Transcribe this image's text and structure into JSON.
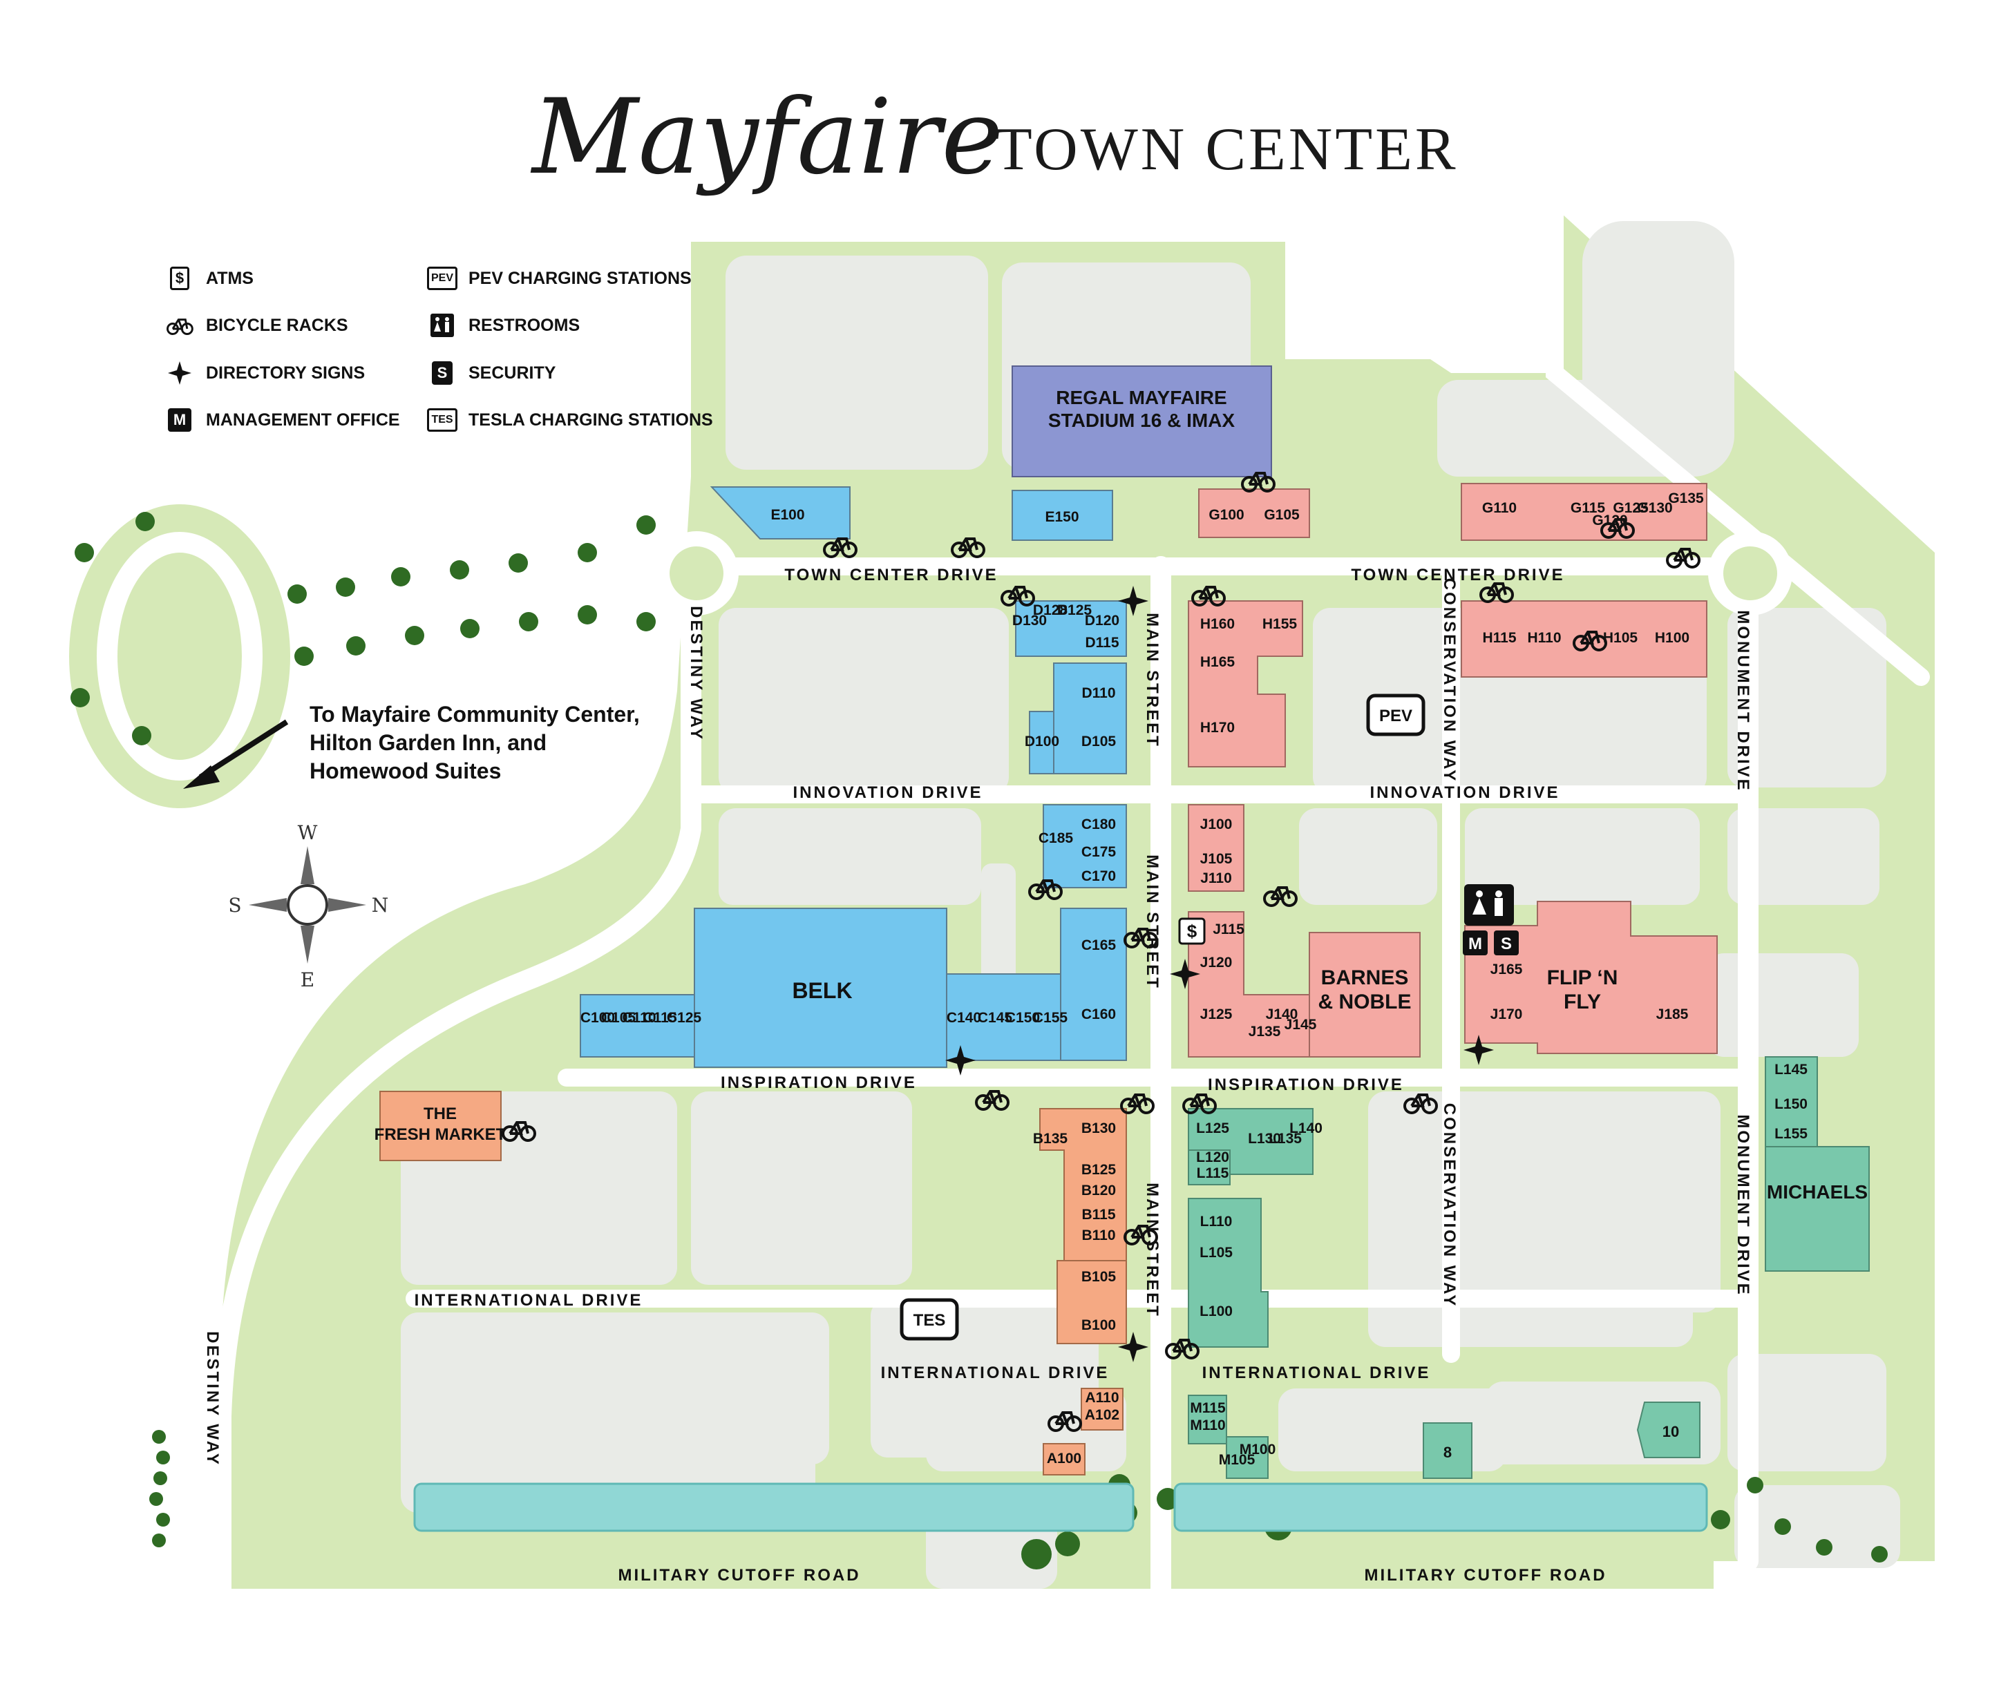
{
  "title": {
    "script": "Mayfaire",
    "caps": "TOWN CENTER"
  },
  "legend": [
    {
      "icon": "atm-icon",
      "label": "ATMS"
    },
    {
      "icon": "bicycle-icon",
      "label": "BICYCLE RACKS"
    },
    {
      "icon": "directory-sign-icon",
      "label": "DIRECTORY SIGNS"
    },
    {
      "icon": "management-office-icon",
      "label": "MANAGEMENT OFFICE"
    },
    {
      "icon": "pev-charging-icon",
      "label": "PEV CHARGING STATIONS"
    },
    {
      "icon": "restroom-icon",
      "label": "RESTROOMS"
    },
    {
      "icon": "security-icon",
      "label": "SECURITY"
    },
    {
      "icon": "tesla-charging-icon",
      "label": "TESLA CHARGING STATIONS"
    }
  ],
  "badges": {
    "atm": "$",
    "management": "M",
    "security": "S",
    "pev": "PEV",
    "tesla": "TES"
  },
  "compass": {
    "w": "W",
    "s": "S",
    "n": "N",
    "e": "E"
  },
  "directions_note": [
    "To Mayfaire Community Center,",
    "Hilton Garden Inn, and",
    "Homewood Suites"
  ],
  "roads": {
    "town_center_drive": "TOWN CENTER DRIVE",
    "innovation_drive": "INNOVATION DRIVE",
    "inspiration_drive": "INSPIRATION DRIVE",
    "international_drive": "INTERNATIONAL DRIVE",
    "main_street": "MAIN STREET",
    "conservation_way": "CONSERVATION WAY",
    "monument_drive": "MONUMENT DRIVE",
    "destiny_way": "DESTINY WAY",
    "military_cutoff_road": "MILITARY CUTOFF ROAD"
  },
  "colors": {
    "blue": "#73c6ee",
    "pink": "#f4a9a3",
    "orange": "#f5a983",
    "teal": "#79c8ab",
    "purple": "#8c96d2",
    "lot": "#e9ebe7",
    "green": "#d6e9b7",
    "water": "#90d7d5"
  },
  "stores": {
    "regal": [
      "REGAL MAYFAIRE",
      "STADIUM 16 & IMAX"
    ],
    "belk": "BELK",
    "barnes": [
      "BARNES",
      "& NOBLE"
    ],
    "flip": [
      "FLIP ‘N",
      "FLY"
    ],
    "michaels": "MICHAELS",
    "fresh_market": [
      "THE",
      "FRESH MARKET"
    ],
    "outparcels": [
      "8",
      "10"
    ]
  },
  "units": {
    "e": [
      "E100",
      "E150"
    ],
    "g": [
      "G100",
      "G105",
      "G110",
      "G115",
      "G120",
      "G125",
      "G130",
      "G135"
    ],
    "d": [
      "D130",
      "D128",
      "D125",
      "D120",
      "D115",
      "D110",
      "D100",
      "D105"
    ],
    "h": [
      "H160",
      "H155",
      "H165",
      "H170",
      "H115",
      "H110",
      "H105",
      "H100"
    ],
    "c": [
      "C185",
      "C180",
      "C175",
      "C170",
      "C165",
      "C160",
      "C100",
      "C105",
      "C110",
      "C115",
      "C125",
      "C140",
      "C145",
      "C150",
      "C155"
    ],
    "j": [
      "J100",
      "J105",
      "J110",
      "J115",
      "J120",
      "J125",
      "J135",
      "J140",
      "J145",
      "J165",
      "J170",
      "J185"
    ],
    "b": [
      "B135",
      "B130",
      "B125",
      "B120",
      "B115",
      "B110",
      "B105",
      "B100"
    ],
    "l": [
      "L125",
      "L120",
      "L115",
      "L130",
      "L135",
      "L140",
      "L110",
      "L105",
      "L100",
      "L145",
      "L150",
      "L155"
    ],
    "a": [
      "A110",
      "A102",
      "A100"
    ],
    "m": [
      "M115",
      "M110",
      "M105",
      "M100"
    ]
  }
}
